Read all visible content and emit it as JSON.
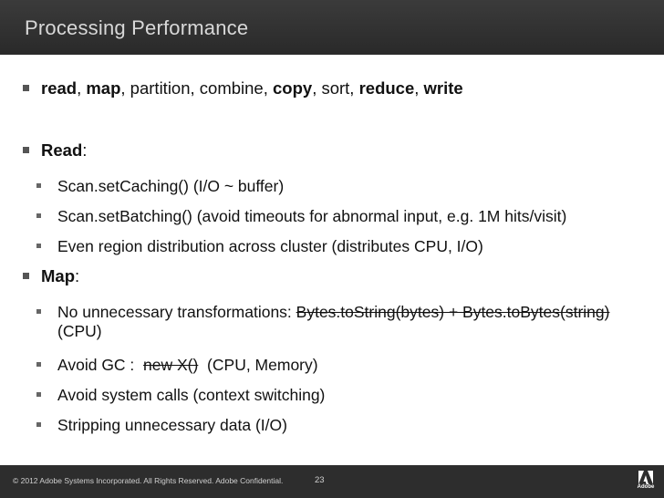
{
  "slide": {
    "title": "Processing Performance"
  },
  "bullets": {
    "phases": {
      "read": "read",
      "c1": ", ",
      "map": "map",
      "mid1": ", partition, combine, ",
      "copy": "copy",
      "mid2": ", sort, ",
      "reduce": "reduce",
      "c2": ", ",
      "write": "write"
    },
    "read_heading": {
      "label": "Read",
      "colon": ":"
    },
    "read_items": [
      "Scan.setCaching() (I/O ~ buffer)",
      "Scan.setBatching() (avoid timeouts for abnormal input, e.g. 1M hits/visit)",
      "Even region distribution across cluster (distributes CPU, I/O)"
    ],
    "map_heading": {
      "label": "Map",
      "colon": ":"
    },
    "map_items": {
      "no_transform": {
        "prefix": "No unnecessary transformations: ",
        "struck": "Bytes.toString(bytes) + Bytes.toBytes(string)",
        "suffix": "(CPU)"
      },
      "avoid_gc": {
        "prefix": "Avoid GC :  ",
        "struck": "new X()",
        "suffix": "  (CPU, Memory)"
      },
      "syscalls": "Avoid system calls (context switching)",
      "stripping": "Stripping unnecessary data (I/O)"
    }
  },
  "footer": {
    "copyright": "© 2012 Adobe Systems Incorporated.  All Rights Reserved.  Adobe Confidential.",
    "page_number": "23",
    "logo_text": "Adobe"
  },
  "colors": {
    "title_bar": "#2f2f2f",
    "title_text": "#d8d8d8",
    "bullet": "#555555",
    "footer_bar": "#2d2d2d"
  }
}
